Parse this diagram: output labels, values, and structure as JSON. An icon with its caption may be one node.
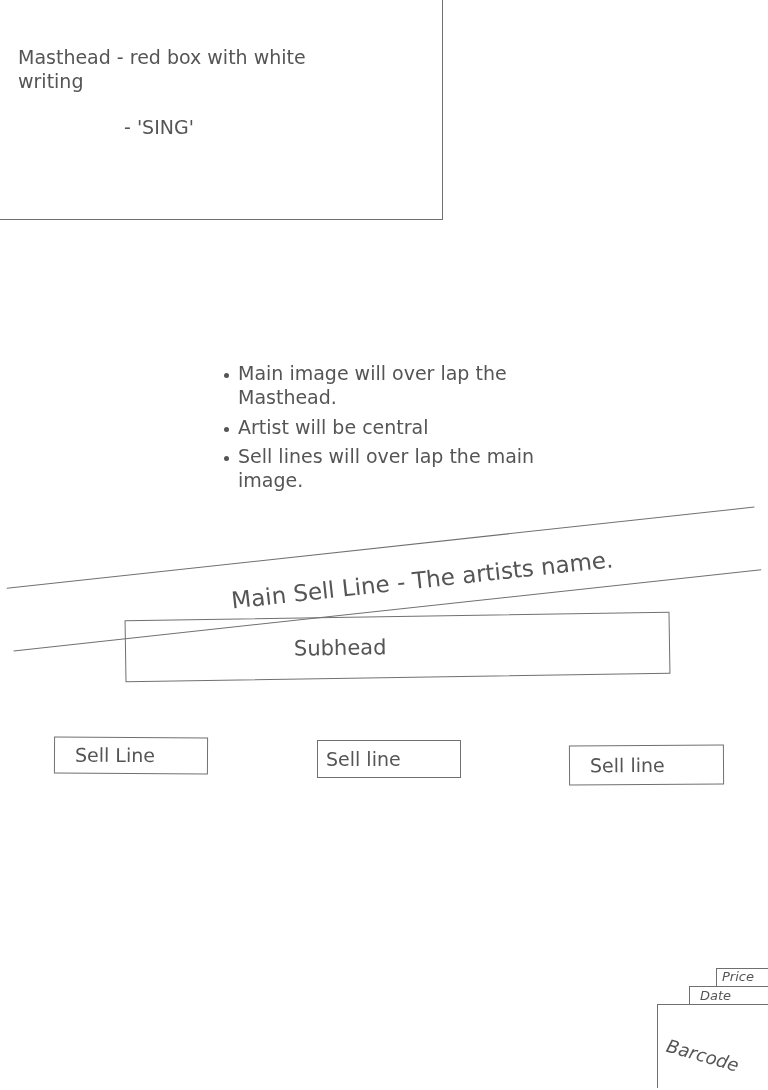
{
  "diagram": {
    "nodes": [
      {
        "text": [
          "Masthead - red box with white writing",
          "- 'SING'"
        ]
      },
      {
        "text": [
          "Main Sell Line - The artists name."
        ]
      },
      {
        "text": [
          "Subhead"
        ]
      },
      {
        "text": [
          "Sell Line"
        ]
      },
      {
        "text": [
          "Sell line"
        ]
      },
      {
        "text": [
          "Sell line"
        ]
      },
      {
        "text": [
          "Price"
        ]
      },
      {
        "text": [
          "Date"
        ]
      },
      {
        "text": [
          "Barcode"
        ]
      }
    ],
    "labels": [
      "Main image will over lap the Masthead.",
      "Artist will be central",
      "Sell lines will over lap the main image."
    ]
  }
}
